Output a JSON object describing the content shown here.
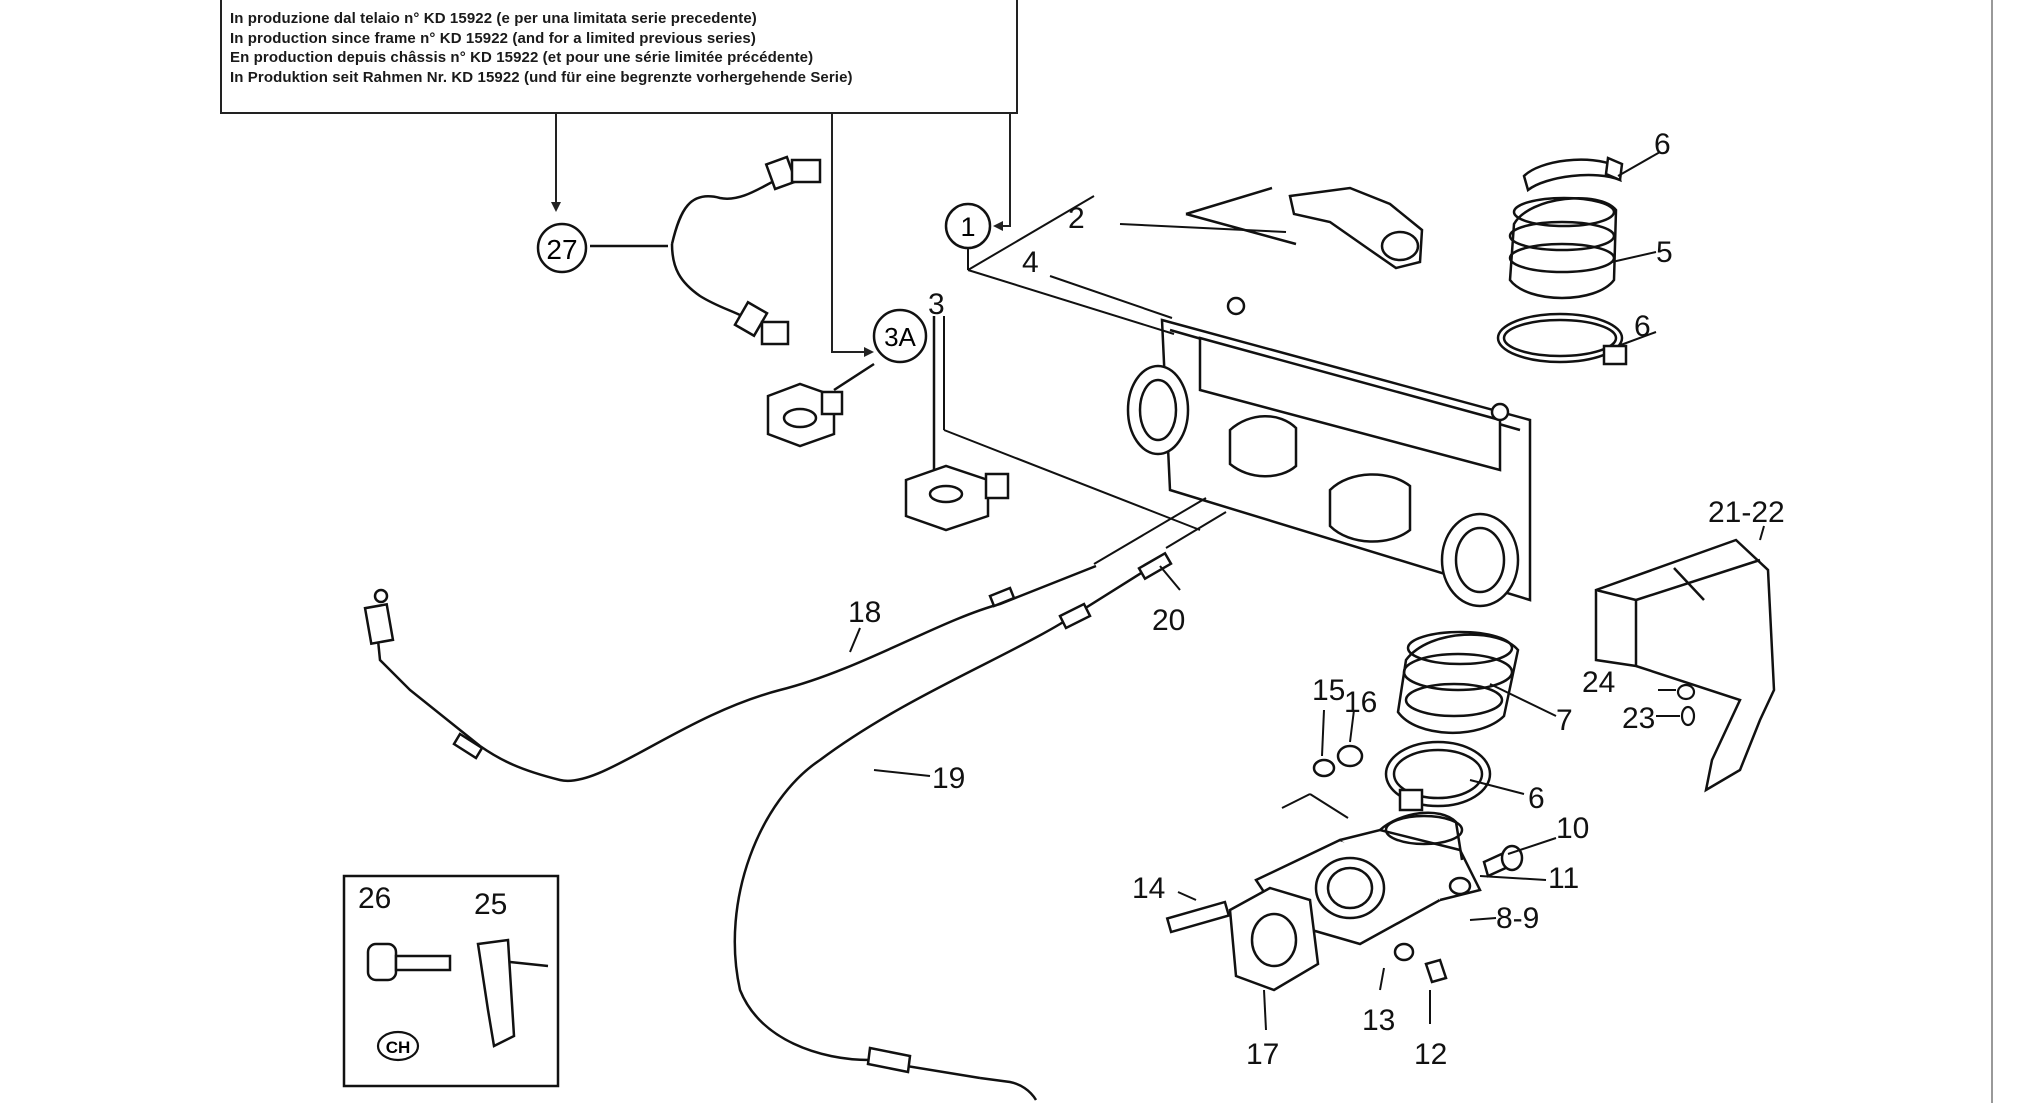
{
  "note": {
    "lines": [
      "In produzione dal telaio n° KD 15922 (e per una limitata serie precedente)",
      "In production since frame n° KD 15922 (and for a limited previous series)",
      "En production depuis châssis n° KD 15922 (et pour une série limitée précédente)",
      "In Produktion seit Rahmen Nr. KD 15922 (und für eine begrenzte vorhergehende Serie)"
    ]
  },
  "callouts": {
    "c27": "27",
    "c1": "1",
    "c3A": "3A",
    "CH": "CH"
  },
  "labels": {
    "l2": "2",
    "l3": "3",
    "l4": "4",
    "l5": "5",
    "l6a": "6",
    "l6b": "6",
    "l6c": "6",
    "l7": "7",
    "l89": "8-9",
    "l10": "10",
    "l11": "11",
    "l12": "12",
    "l13": "13",
    "l14": "14",
    "l15": "15",
    "l16": "16",
    "l17": "17",
    "l18": "18",
    "l19": "19",
    "l20": "20",
    "l2122": "21-22",
    "l23": "23",
    "l24": "24",
    "l25": "25",
    "l26": "26"
  }
}
